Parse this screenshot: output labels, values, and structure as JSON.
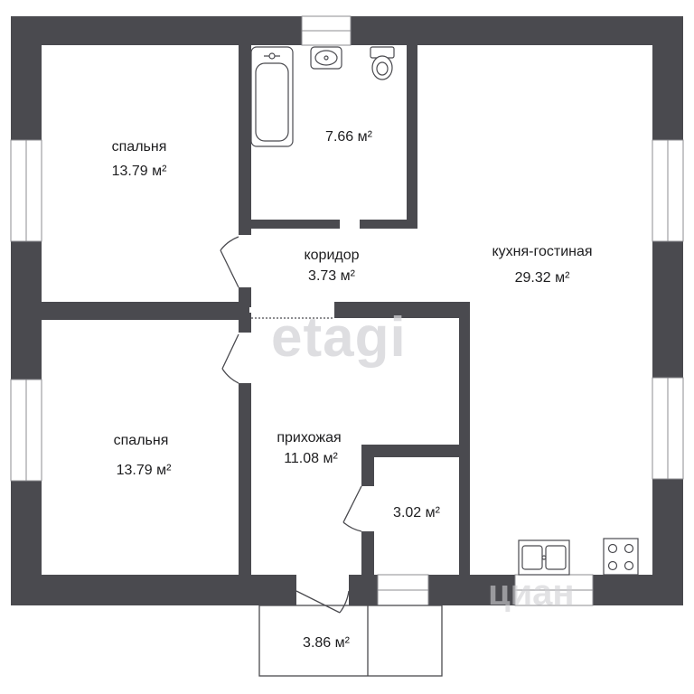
{
  "rooms": {
    "bedroom_top": {
      "name": "спальня",
      "area": "13.79 м²"
    },
    "bathroom": {
      "area": "7.66 м²"
    },
    "corridor": {
      "name": "коридор",
      "area": "3.73 м²"
    },
    "kitchen_living": {
      "name": "кухня-гостиная",
      "area": "29.32 м²"
    },
    "bedroom_bottom": {
      "name": "спальня",
      "area": "13.79 м²"
    },
    "hallway": {
      "name": "прихожая",
      "area": "11.08 м²"
    },
    "storage": {
      "area": "3.02 м²"
    },
    "porch": {
      "area": "3.86 м²"
    }
  },
  "watermarks": {
    "main": "etagi",
    "corner": "циан"
  },
  "colors": {
    "wall": "#4a4a4f",
    "text": "#1d1d1f",
    "watermark": "#d0d0d4"
  }
}
